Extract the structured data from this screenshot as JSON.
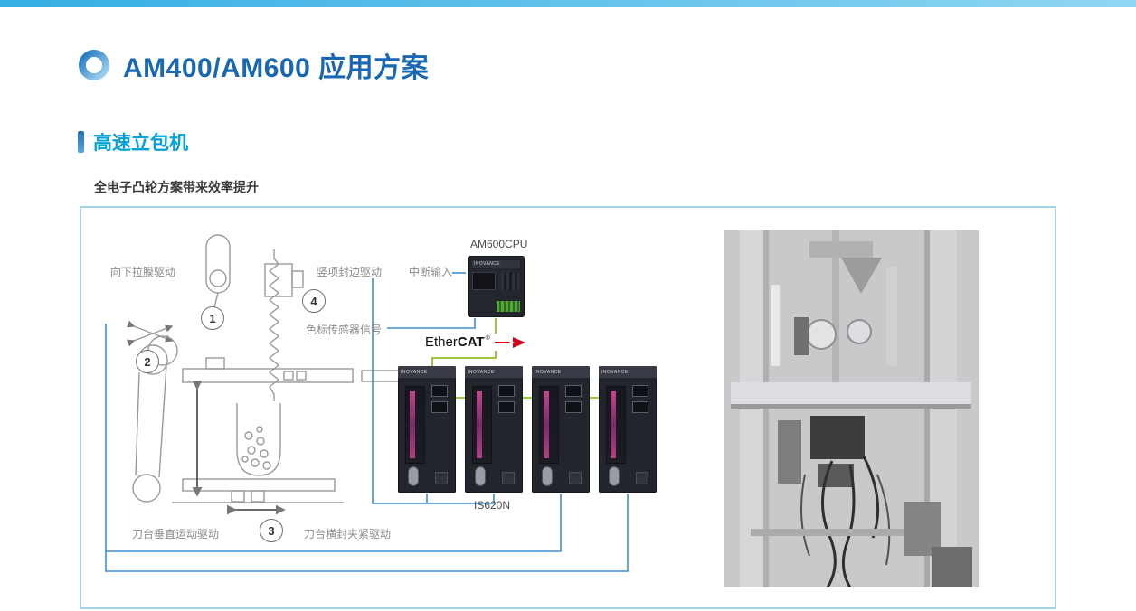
{
  "header": {
    "title": "AM400/AM600 应用方案",
    "section_title": "高速立包机",
    "figure_caption": "全电子凸轮方案带来效率提升"
  },
  "diagram": {
    "labels": {
      "pull_film": "向下拉膜驱动",
      "vertical_seal": "竖项封边驱动",
      "interrupt_input": "中断输入",
      "color_sensor": "色标传感器信号",
      "knife_vertical": "刀台垂直运动驱动",
      "knife_clamp": "刀台横封夹紧驱动"
    },
    "markers": {
      "m1": "1",
      "m2": "2",
      "m3": "3",
      "m4": "4"
    },
    "plc_label": "AM600CPU",
    "servo_label": "IS620N",
    "device_brand": "INOVANCE",
    "ethercat_ether": "Ether",
    "ethercat_cat": "CAT",
    "ethercat_reg": "®"
  },
  "colors": {
    "topbar_gradient_start": "#35aee3",
    "topbar_gradient_end": "#8fd6f2",
    "title_blue": "#1a68b2",
    "section_cyan": "#00a2d8",
    "box_border": "#a6d2e8",
    "wire_blue": "#3e8fd0",
    "wire_green": "#8fc31f",
    "ethercat_red": "#d5001c",
    "schematic_gray": "#9a9a9a"
  }
}
